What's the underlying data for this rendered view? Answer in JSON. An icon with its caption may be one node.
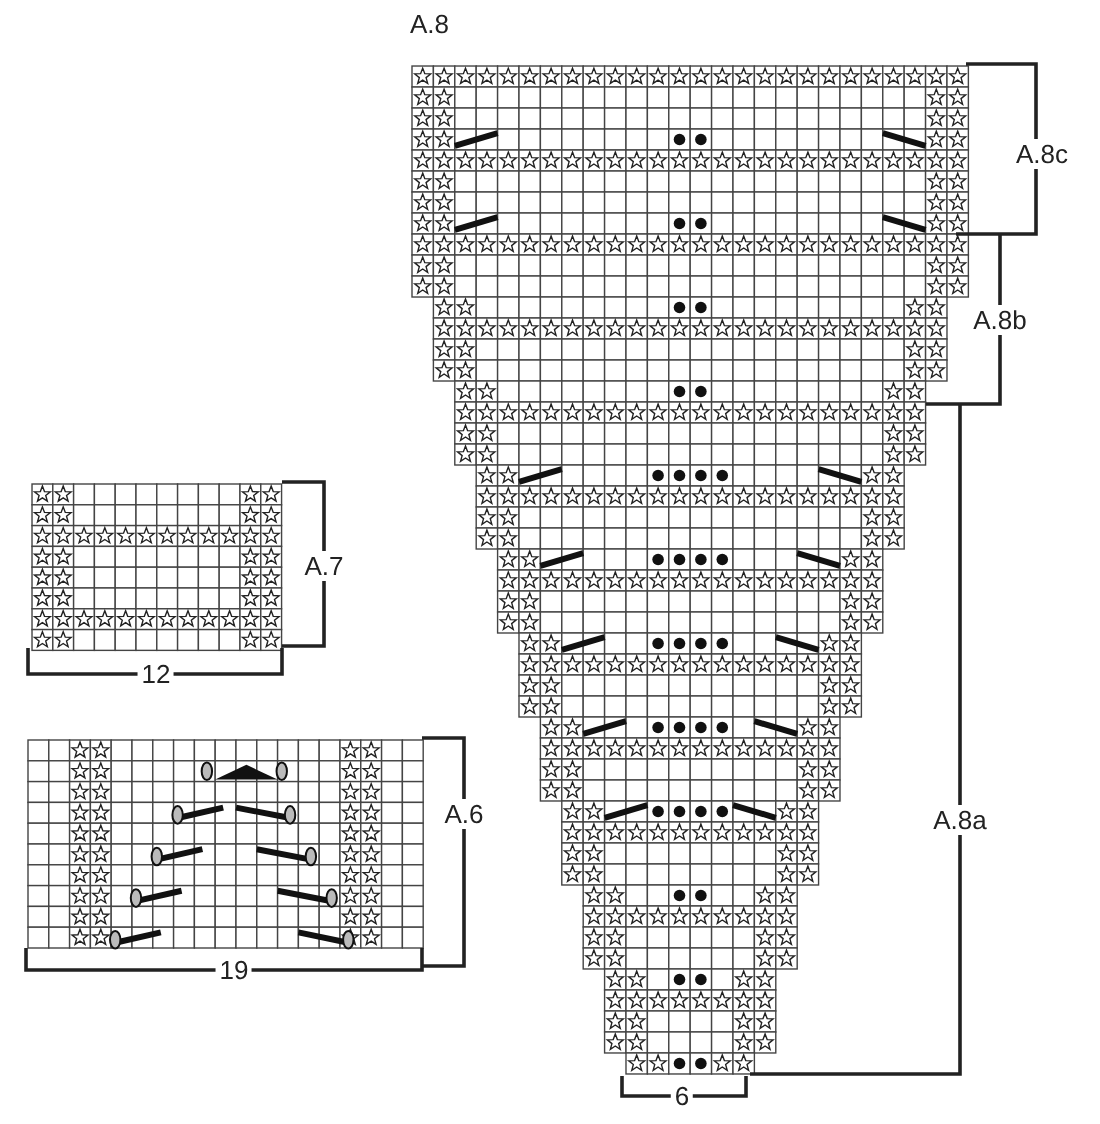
{
  "diagram": {
    "labels": [
      "A.8",
      "A.8c",
      "A.8b",
      "A.7",
      "12",
      "A.6",
      "A.8a",
      "19",
      "6"
    ]
  }
}
